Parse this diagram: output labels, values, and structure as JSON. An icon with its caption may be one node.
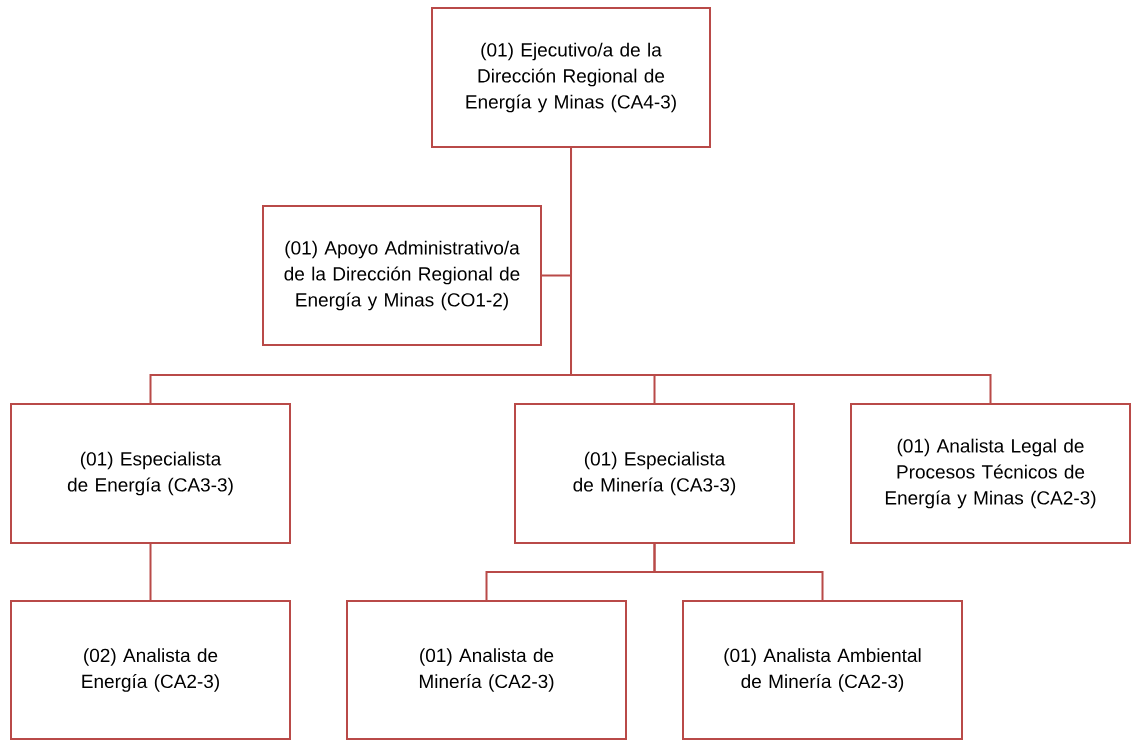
{
  "diagram": {
    "nodes": [
      {
        "text": [
          "(01) Ejecutivo/a de la Dirección Regional de Energía y Minas (CA4-3)"
        ]
      },
      {
        "text": [
          "(01) Apoyo Administrativo/a de la Dirección Regional de Energía y Minas (CO1-2)"
        ]
      },
      {
        "text": [
          "(01) Especialista de Energía (CA3-3)"
        ]
      },
      {
        "text": [
          "(01) Especialista de Minería (CA3-3)"
        ]
      },
      {
        "text": [
          "(01) Analista Legal de Procesos Técnicos de Energía y Minas (CA2-3)"
        ]
      },
      {
        "text": [
          "(02) Analista de Energía (CA2-3)"
        ]
      },
      {
        "text": [
          "(01) Analista de Minería (CA2-3)"
        ]
      },
      {
        "text": [
          "(01) Analista Ambiental de Minería (CA2-3)"
        ]
      }
    ],
    "edges": [
      {
        "from": 0,
        "to": 1,
        "arrow": "none"
      },
      {
        "from": 0,
        "to": 2,
        "arrow": "none"
      },
      {
        "from": 0,
        "to": 3,
        "arrow": "none"
      },
      {
        "from": 0,
        "to": 4,
        "arrow": "none"
      },
      {
        "from": 2,
        "to": 5,
        "arrow": "none"
      },
      {
        "from": 3,
        "to": 6,
        "arrow": "none"
      },
      {
        "from": 3,
        "to": 7,
        "arrow": "none"
      }
    ]
  }
}
